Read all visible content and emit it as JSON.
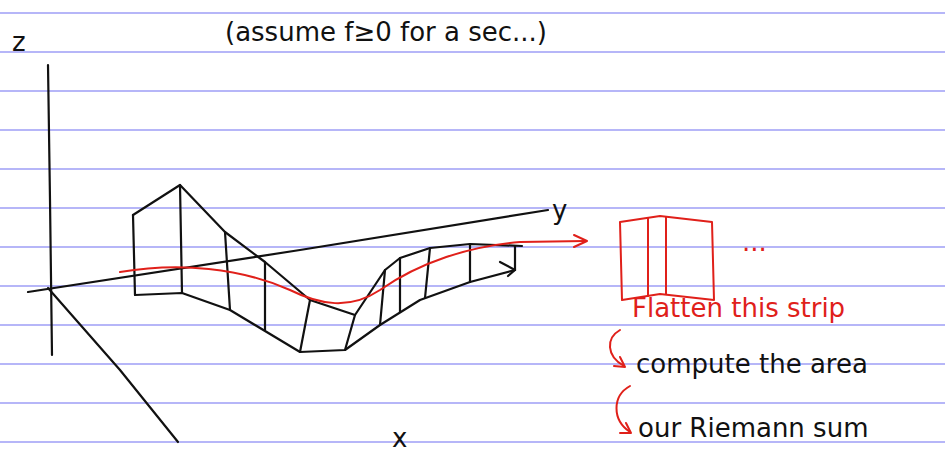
{
  "diagram": {
    "labels": [
      "(assume f≥0 for a sec...)",
      "z",
      "y",
      "x",
      "...",
      "Flatten this strip",
      "compute the area",
      "our Riemann sum"
    ]
  }
}
